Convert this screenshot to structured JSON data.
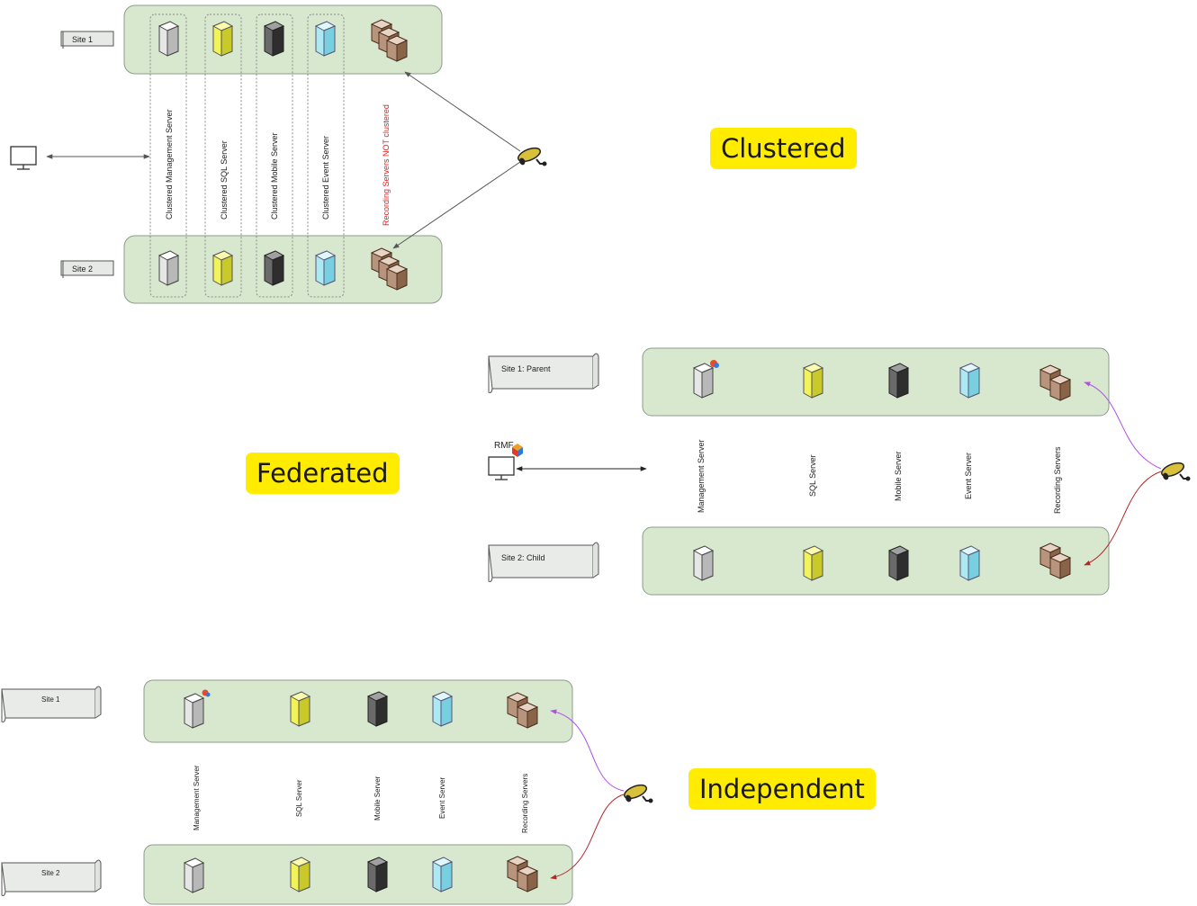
{
  "colors": {
    "panel_fill": "#d7e8cf",
    "panel_stroke": "#8c9b8a",
    "callout_bg": "#ffec00",
    "recording_label": "#e02020",
    "arrow_purple": "#b050e8",
    "arrow_red": "#b02828"
  },
  "clustered": {
    "callout": "Clustered",
    "site1": "Site 1",
    "site2": "Site 2",
    "columns": [
      {
        "label": "Clustered Management Server",
        "server": "white"
      },
      {
        "label": "Clustered SQL Server",
        "server": "yellow"
      },
      {
        "label": "Clustered Mobile Server",
        "server": "dark"
      },
      {
        "label": "Clustered Event  Server",
        "server": "cyan"
      },
      {
        "label": "Recording Servers NOT clustered",
        "server": "recording"
      }
    ],
    "icons": {
      "client": "monitor-icon",
      "camera": "camera-icon"
    }
  },
  "federated": {
    "callout": "Federated",
    "site1": "Site 1: Parent",
    "site2": "Site 2: Child",
    "rmf": "RMF",
    "columns": [
      {
        "label": "Management Server",
        "server": "white"
      },
      {
        "label": "SQL Server",
        "server": "yellow"
      },
      {
        "label": "Mobile Server",
        "server": "dark"
      },
      {
        "label": "Event  Server",
        "server": "cyan"
      },
      {
        "label": "Recording Servers",
        "server": "recording"
      }
    ],
    "icons": {
      "client": "monitor-icon",
      "camera": "camera-icon"
    }
  },
  "independent": {
    "callout": "Independent",
    "site1": "Site 1",
    "site2": "Site 2",
    "columns": [
      {
        "label": "Management Server",
        "server": "white"
      },
      {
        "label": "SQL Server",
        "server": "yellow"
      },
      {
        "label": "Mobile Server",
        "server": "dark"
      },
      {
        "label": "Event  Server",
        "server": "cyan"
      },
      {
        "label": "Recording Servers",
        "server": "recording"
      }
    ],
    "icons": {
      "camera": "camera-icon"
    }
  }
}
